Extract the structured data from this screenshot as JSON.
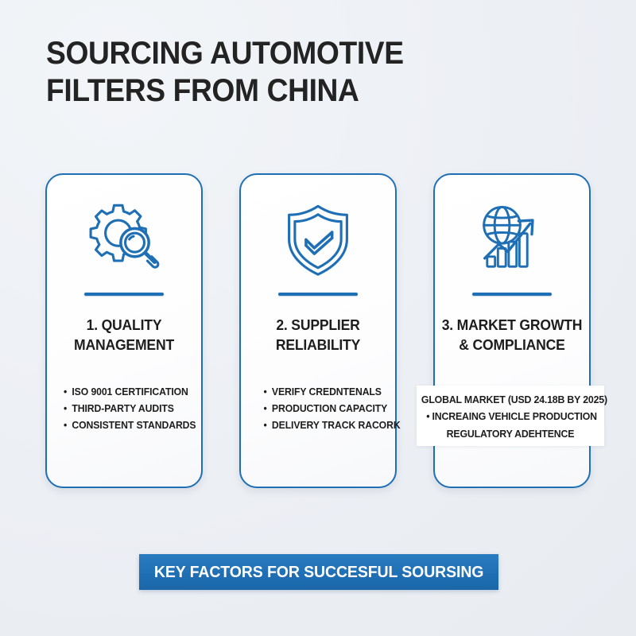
{
  "page": {
    "background_color": "#eceff4",
    "accent_color": "#1f6fb5",
    "text_color": "#1d1d1d"
  },
  "title": {
    "line1": "SOURCING AUTOMOTIVE",
    "line2": "FILTERS FROM CHINA"
  },
  "cards": [
    {
      "icon": "gear-magnifier-icon",
      "heading_line1": "1. QUALITY",
      "heading_line2": "MANAGEMENT",
      "bullets": [
        "ISO 9001 CERTIFICATION",
        "THIRD-PARTY AUDITS",
        "CONSISTENT STANDARDS"
      ]
    },
    {
      "icon": "shield-check-icon",
      "heading_line1": "2. SUPPLIER",
      "heading_line2": "RELIABILITY",
      "bullets": [
        "VERIFY CREDNTENALS",
        "PRODUCTION CAPACITY",
        "DELIVERY TRACK RACORK"
      ]
    },
    {
      "icon": "globe-growth-chart-icon",
      "heading_line1": "3. MARKET GROWTH",
      "heading_line2": "& COMPLIANCE",
      "overflow_lines": [
        "GLOBAL MARKET (USD 24.18B BY 2025)",
        "INCREAING VEHICLE PRODUCTION",
        "REGULATORY ADEHTENCE"
      ]
    }
  ],
  "banner": {
    "label": "KEY FACTORS FOR SUCCESFUL SOURSING"
  }
}
